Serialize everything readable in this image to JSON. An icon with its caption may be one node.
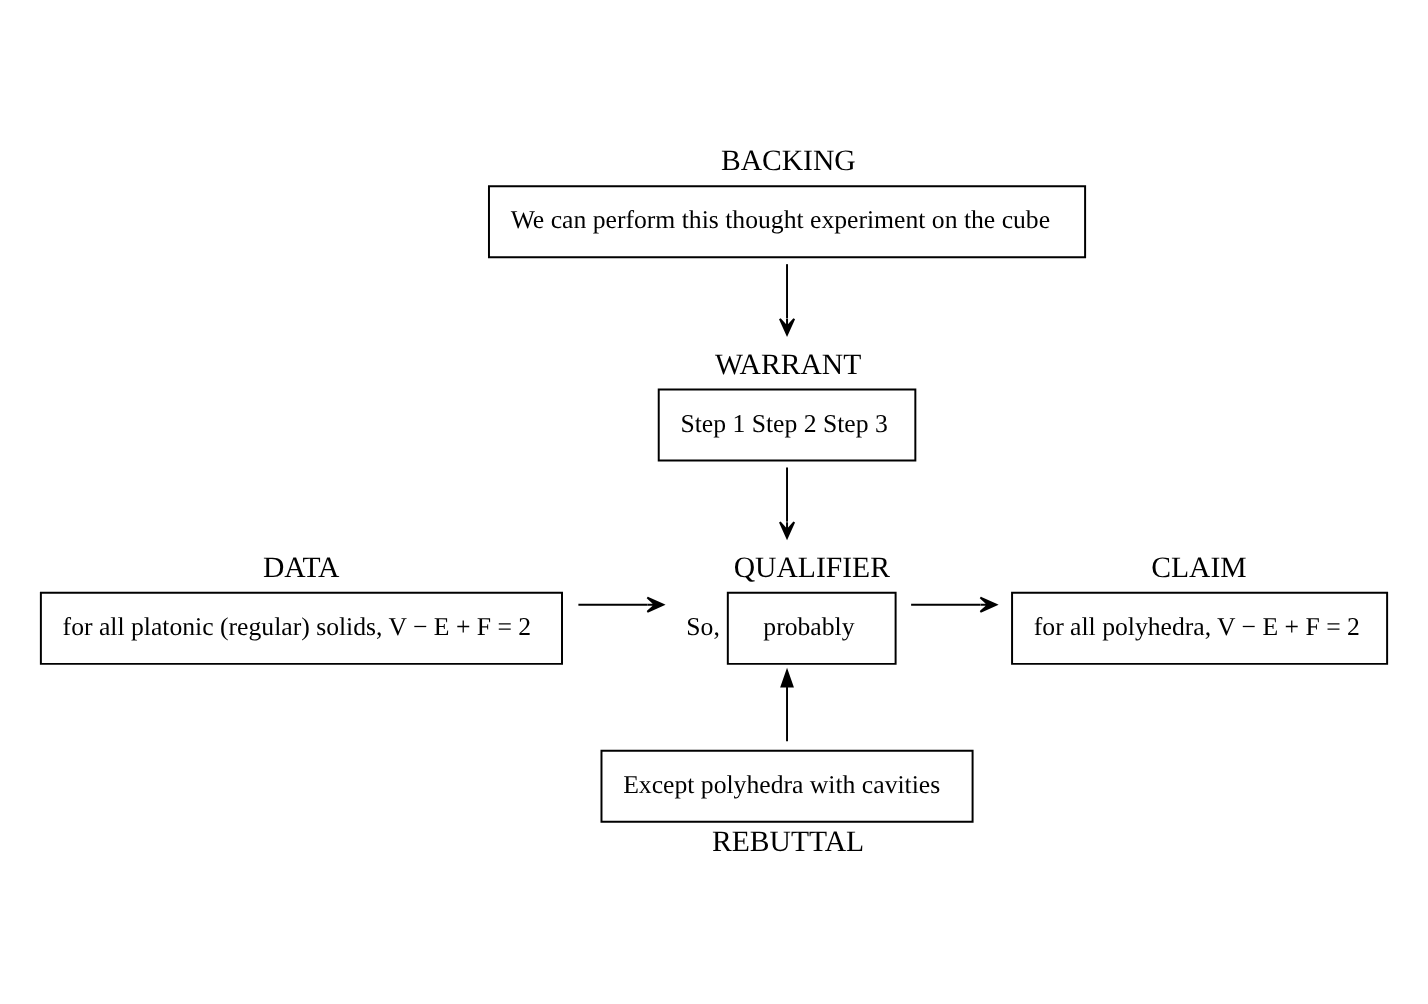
{
  "diagram": {
    "nodes": [
      {
        "text": [
          "BACKING",
          "We can perform this thought experiment on the cube"
        ]
      },
      {
        "text": [
          "WARRANT",
          "Step 1 Step 2 Step 3"
        ]
      },
      {
        "text": [
          "DATA",
          "for all platonic (regular) solids, V − E + F = 2"
        ]
      },
      {
        "text": [
          "QUALIFIER",
          "probably"
        ],
        "beside": [
          "So,"
        ]
      },
      {
        "text": [
          "CLAIM",
          "for all polyhedra, V − E + F = 2"
        ]
      },
      {
        "text": [
          "Except polyhedra with cavities",
          "REBUTTAL"
        ]
      }
    ],
    "edges": [
      {
        "from": 0,
        "to": 1,
        "arrow": "to"
      },
      {
        "from": 1,
        "to": 3,
        "arrow": "to"
      },
      {
        "from": 2,
        "to": 3,
        "arrow": "to"
      },
      {
        "from": 3,
        "to": 4,
        "arrow": "to"
      },
      {
        "from": 5,
        "to": 3,
        "arrow": "to"
      }
    ]
  }
}
